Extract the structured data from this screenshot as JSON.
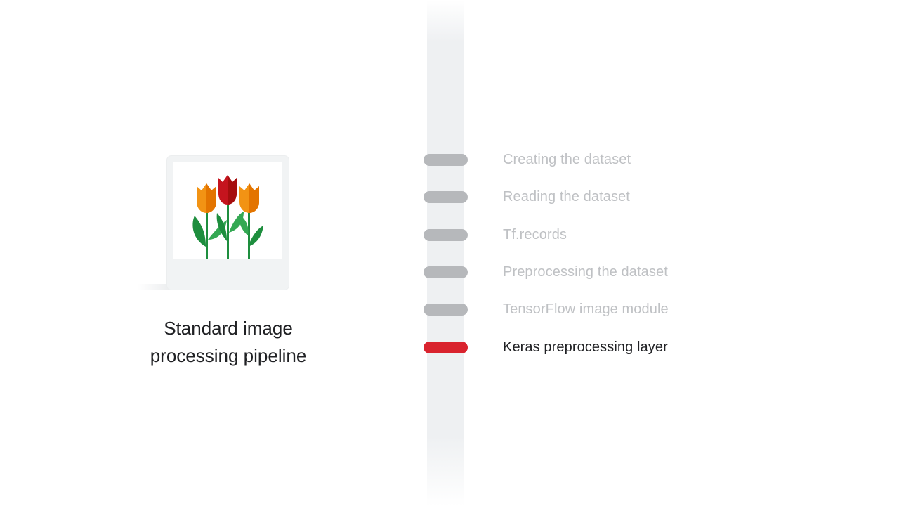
{
  "illustration": {
    "icon": "tulips-icon",
    "caption_line1": "Standard image",
    "caption_line2": "processing pipeline"
  },
  "steps": [
    {
      "label": "Creating the dataset",
      "active": false
    },
    {
      "label": "Reading the dataset",
      "active": false
    },
    {
      "label": "Tf.records",
      "active": false
    },
    {
      "label": "Preprocessing the dataset",
      "active": false
    },
    {
      "label": "TensorFlow image module",
      "active": false
    },
    {
      "label": "Keras preprocessing layer",
      "active": true
    }
  ],
  "colors": {
    "active_marker": "#d9232e",
    "inactive_marker": "#b6b8bb",
    "active_text": "#202124",
    "inactive_text": "#bfc1c4",
    "tulip_orange": "#f29314",
    "tulip_red": "#c5141e",
    "leaf_green": "#1e8e3e"
  }
}
